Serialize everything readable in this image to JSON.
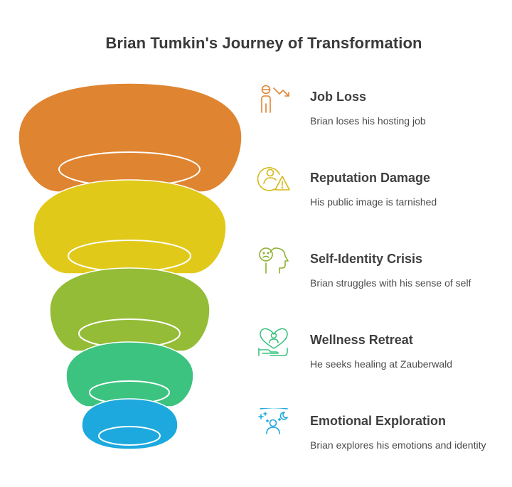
{
  "title": "Brian Tumkin's Journey of Transformation",
  "steps": [
    {
      "title": "Job Loss",
      "description": "Brian loses his hosting job",
      "color": "#DF8430",
      "icon": "person-down-arrow-icon"
    },
    {
      "title": "Reputation Damage",
      "description": "His public image is tarnished",
      "color": "#E1C91A",
      "icon": "person-warning-icon"
    },
    {
      "title": "Self-Identity Crisis",
      "description": "Brian struggles with his sense of self",
      "color": "#94BC36",
      "icon": "sad-head-icon"
    },
    {
      "title": "Wellness Retreat",
      "description": "He seeks healing at Zauberwald",
      "color": "#3CC380",
      "icon": "heart-hand-icon"
    },
    {
      "title": "Emotional Exploration",
      "description": "Brian explores his emotions and identity",
      "color": "#1EA9DE",
      "icon": "person-sparkles-icon"
    }
  ]
}
